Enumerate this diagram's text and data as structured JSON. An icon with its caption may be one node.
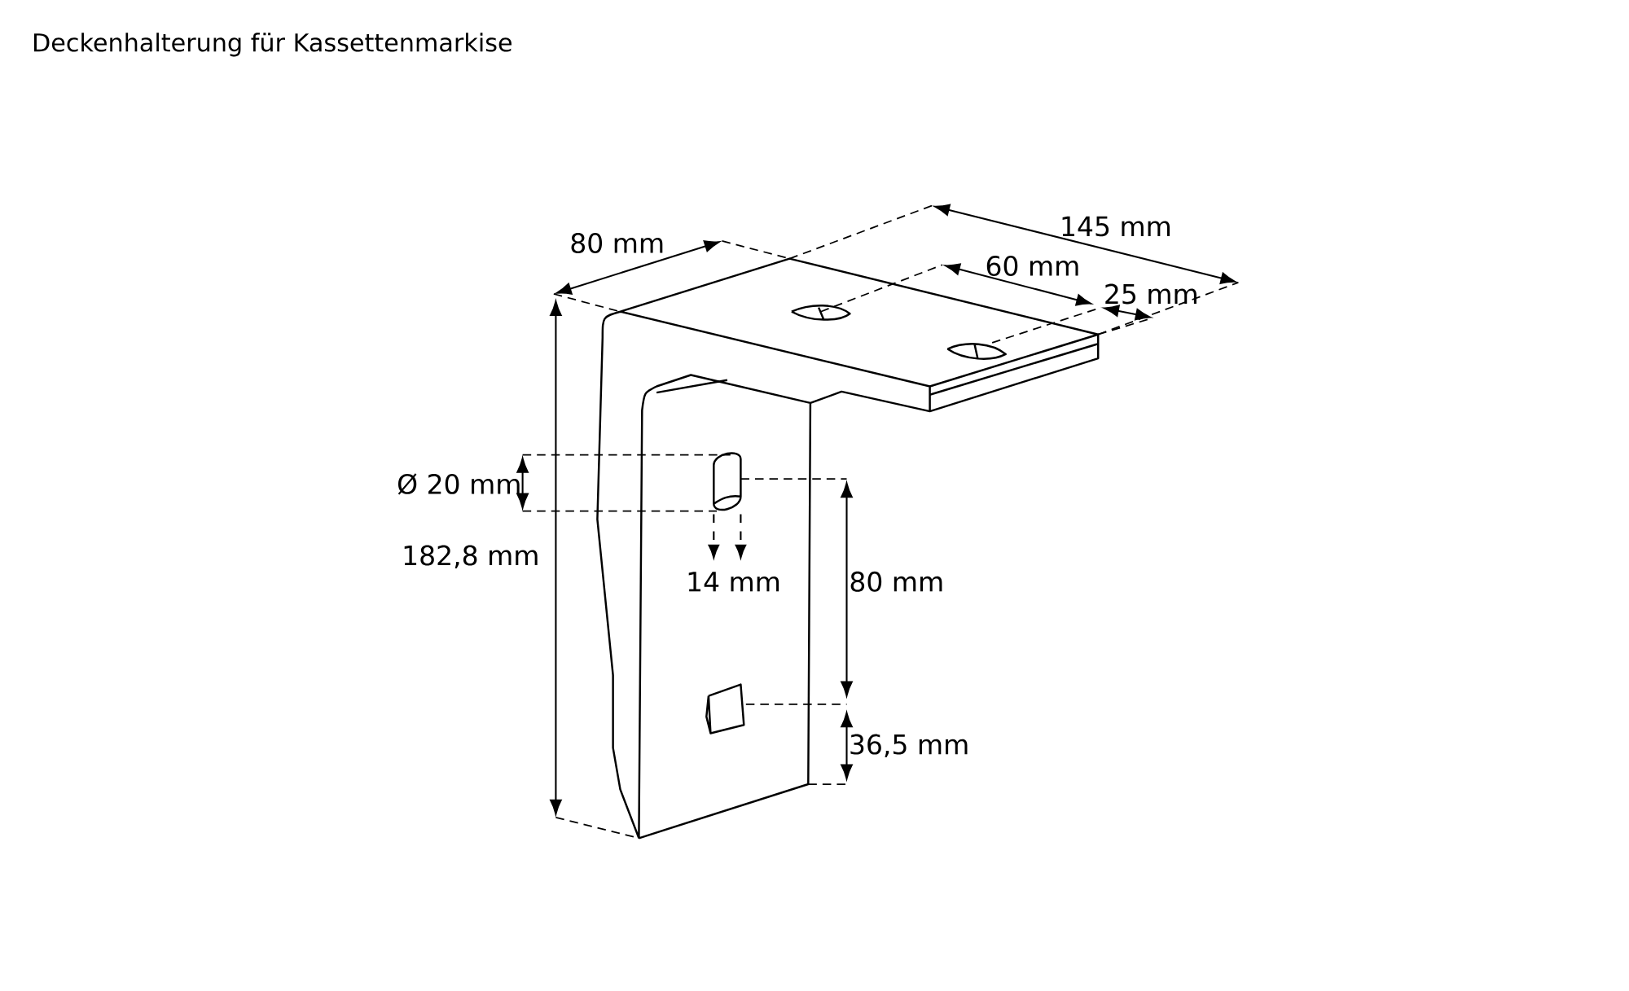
{
  "diagram": {
    "title": "Deckenhalterung für Kassettenmarkise",
    "labels": [
      "145 mm",
      "80 mm",
      "60 mm",
      "25 mm",
      "Ø 20 mm",
      "182,8 mm",
      "14 mm",
      "80 mm",
      "36,5 mm"
    ]
  }
}
